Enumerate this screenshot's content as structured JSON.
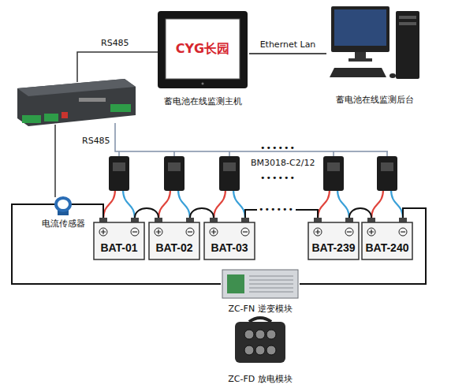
{
  "diagram": {
    "nodes": [
      {
        "text": [
          "CYG长园",
          "蓄电池在线监测主机"
        ]
      },
      {
        "text": [
          "蓄电池在线监测后台"
        ]
      },
      {
        "text": [
          "电流传感器"
        ]
      },
      {
        "text": [
          "BAT-01"
        ]
      },
      {
        "text": [
          "BAT-02"
        ]
      },
      {
        "text": [
          "BAT-03"
        ]
      },
      {
        "text": [
          "BAT-239"
        ]
      },
      {
        "text": [
          "BAT-240"
        ]
      },
      {
        "text": [
          "ZC-FN 逆变模块"
        ]
      },
      {
        "text": [
          "ZC-FD 放电模块"
        ]
      }
    ],
    "edges": [
      {
        "from": 0,
        "to": 1,
        "label": "Ethernet Lan",
        "arrow": "none"
      },
      {
        "from": 3,
        "to": 4,
        "arrow": "none"
      },
      {
        "from": 4,
        "to": 5,
        "arrow": "none"
      },
      {
        "from": 5,
        "to": 6,
        "arrow": "none"
      },
      {
        "from": 6,
        "to": 7,
        "arrow": "none"
      },
      {
        "from": 2,
        "to": 3,
        "arrow": "none"
      },
      {
        "from": 2,
        "to": 8,
        "arrow": "none"
      },
      {
        "from": 7,
        "to": 8,
        "arrow": "none"
      }
    ],
    "labels": [
      "RS485",
      "RS485",
      "BM3018-C2/12",
      "••••••",
      "••••••",
      "••••••"
    ]
  }
}
